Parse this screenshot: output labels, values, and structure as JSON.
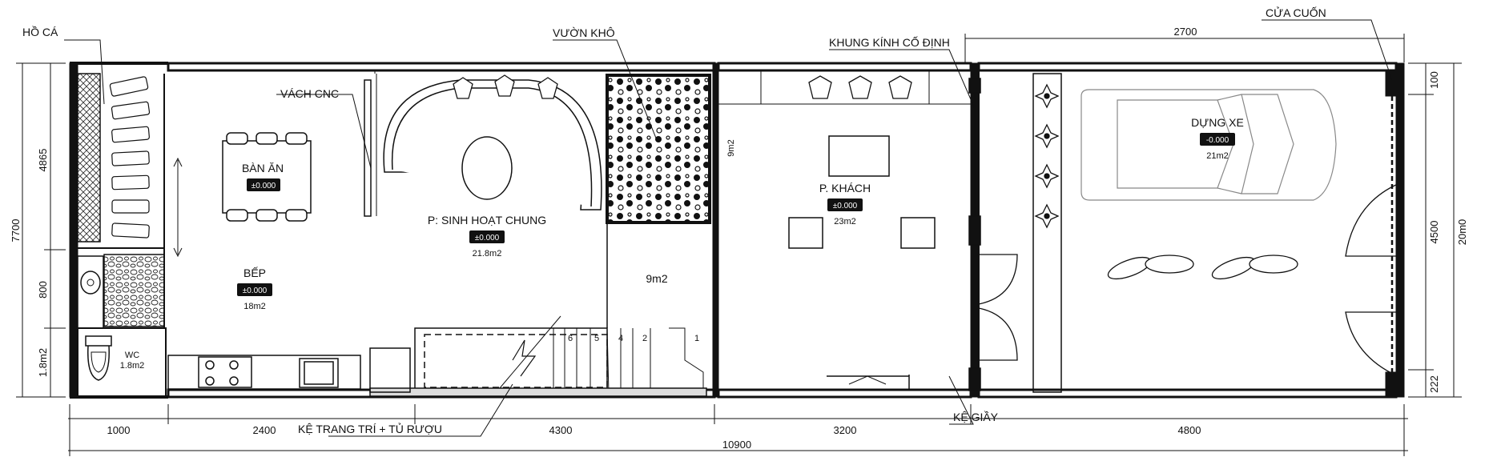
{
  "annotations": {
    "ho_ca": "HỒ CÁ",
    "vach_cnc": "VÁCH CNC",
    "vuon_kho": "VƯỜN KHÔ",
    "khung_kinh": "KHUNG KÍNH CỐ ĐỊNH",
    "cua_cuon": "CỬA CUỐN",
    "ke_trang_tri": "KỆ TRANG TRÍ + TỦ RƯỢU",
    "ke_giay": "KỆ GIẦY"
  },
  "rooms": {
    "ban_an": {
      "name": "BÀN ĂN",
      "level": "±0.000"
    },
    "bep": {
      "name": "BẾP",
      "level": "±0.000",
      "area": "18m2"
    },
    "sinh_hoat": {
      "name": "P: SINH HOẠT CHUNG",
      "level": "±0.000",
      "area": "21.8m2"
    },
    "khach": {
      "name": "P. KHÁCH",
      "level": "±0.000",
      "area": "23m2"
    },
    "dung_xe": {
      "name": "DỰNG XE",
      "level": "-0.000",
      "area": "21m2"
    },
    "wc": {
      "name": "WC",
      "area": "1.8m2"
    },
    "stair_area": "9m2",
    "khach_depth": "9m2"
  },
  "stair_numbers": [
    "1",
    "2",
    "4",
    "5",
    "6"
  ],
  "dims": {
    "bottom": [
      "1000",
      "2400",
      "4300",
      "3200",
      "4800"
    ],
    "total": "10900",
    "top": "2700",
    "left_total": "7700",
    "left": [
      "4865",
      "800",
      "1.8m2"
    ],
    "right": [
      "100",
      "4500",
      "222"
    ],
    "right_total": "20m0"
  }
}
